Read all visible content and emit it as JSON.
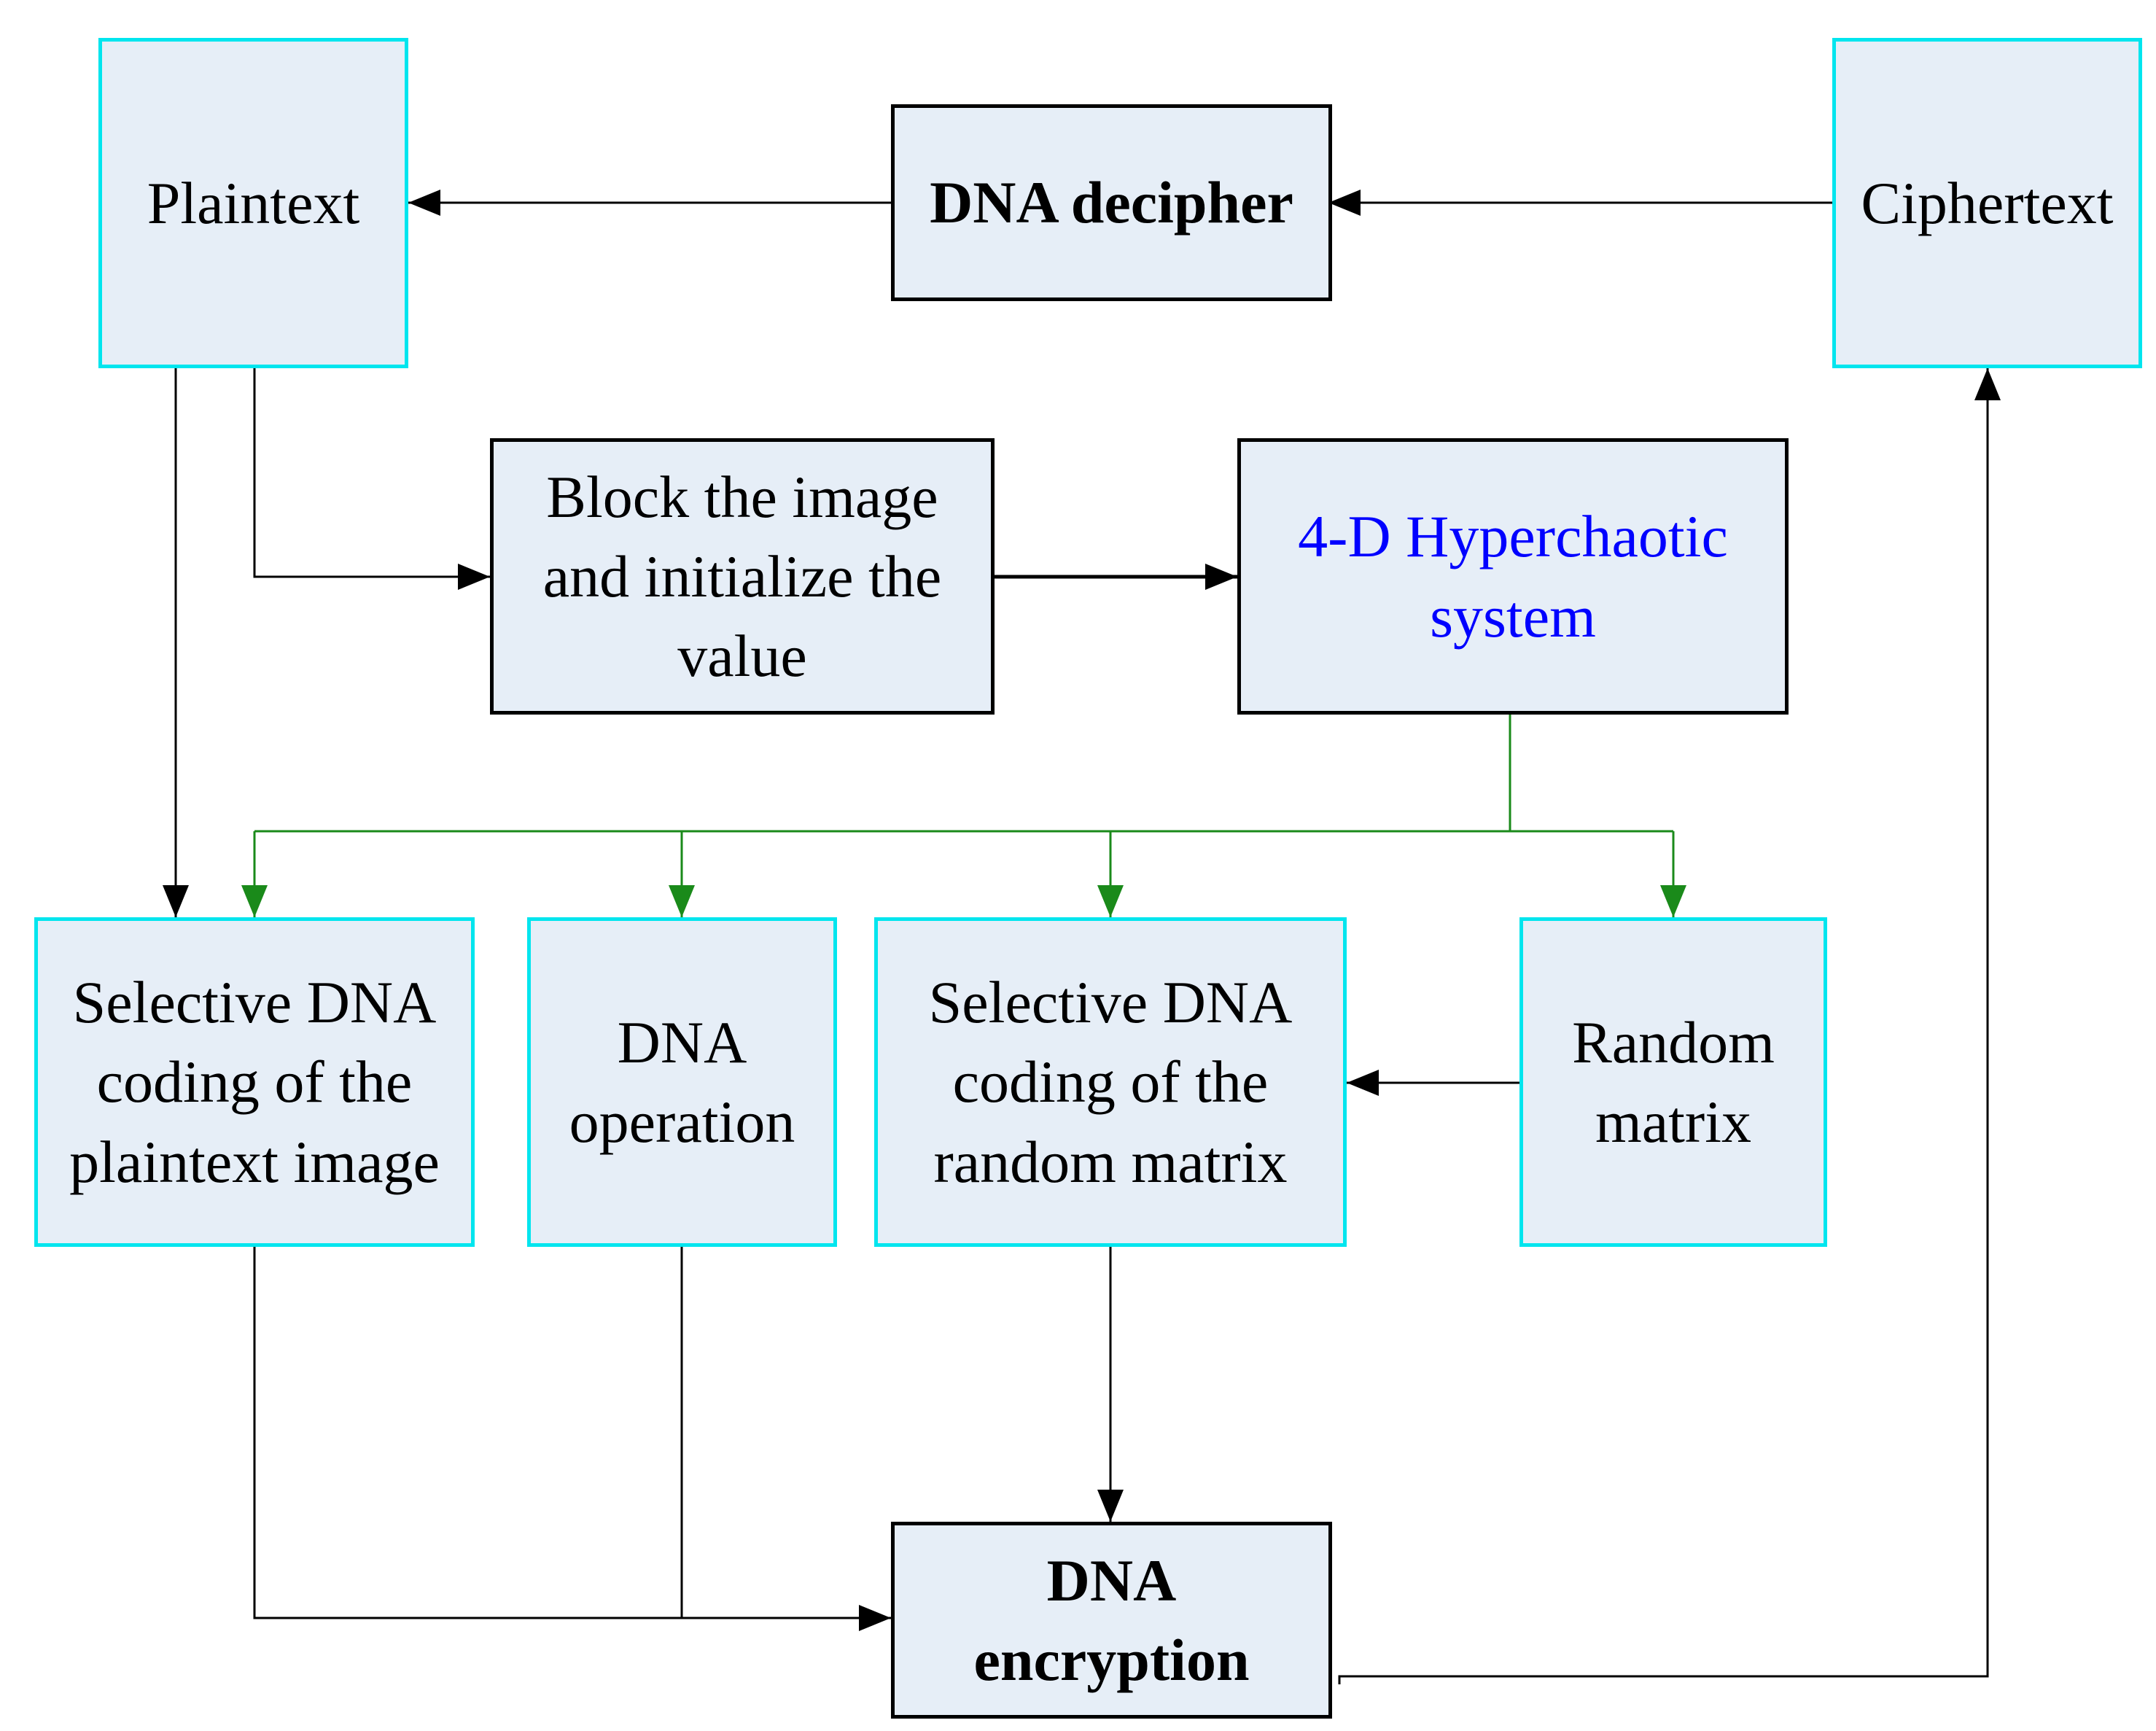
{
  "nodes": {
    "plaintext": {
      "lines": [
        "Plaintext"
      ]
    },
    "dna_decipher": {
      "lines": [
        "DNA decipher"
      ]
    },
    "ciphertext": {
      "lines": [
        "Ciphertext"
      ]
    },
    "block_image": {
      "lines": [
        "Block the image",
        "and initialize the",
        "value"
      ]
    },
    "hyperchaotic": {
      "lines": [
        "4-D Hyperchaotic",
        "system"
      ]
    },
    "selective_plain": {
      "lines": [
        "Selective DNA",
        "coding of the",
        "plaintext image"
      ]
    },
    "dna_operation": {
      "lines": [
        "DNA",
        "operation"
      ]
    },
    "selective_random": {
      "lines": [
        "Selective DNA",
        "coding of the",
        "random matrix"
      ]
    },
    "random_matrix": {
      "lines": [
        "Random",
        "matrix"
      ]
    },
    "dna_encryption": {
      "lines": [
        "DNA",
        "encryption"
      ]
    }
  },
  "colors": {
    "box_fill": "#e6eef7",
    "box_border_cyan": "#00e5ee",
    "box_border_black": "#000000",
    "arrow_black": "#000000",
    "arrow_green": "#1a8a1a",
    "hyperchaotic_text": "#0000ff"
  }
}
